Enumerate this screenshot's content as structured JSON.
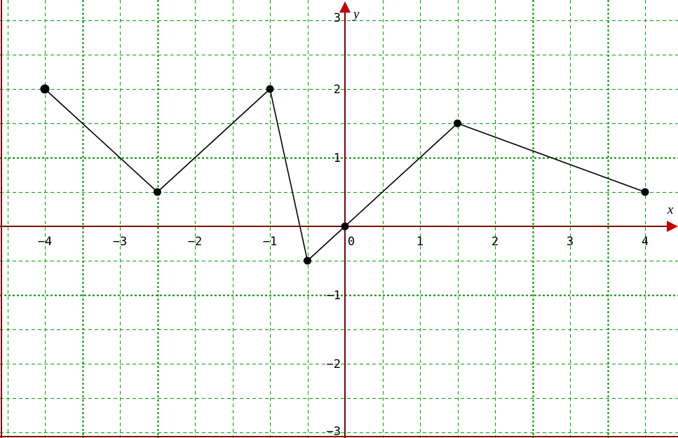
{
  "chart_data": {
    "type": "line",
    "title": "",
    "xlabel": "x",
    "ylabel": "y",
    "xlim": [
      -4.5,
      4.5
    ],
    "ylim": [
      -3,
      3
    ],
    "grid": true,
    "grid_step": 0.5,
    "x_ticks": [
      -4,
      -3,
      -2,
      -1,
      0,
      1,
      2,
      3,
      4
    ],
    "x_tick_labels": [
      "−4",
      "−3",
      "−2",
      "−1",
      "0",
      "1",
      "2",
      "3",
      "4"
    ],
    "y_ticks": [
      3,
      2,
      1,
      -1,
      -2,
      -3
    ],
    "y_tick_labels": [
      "3",
      "2",
      "1",
      "−1",
      "−2",
      "−3"
    ],
    "series": [
      {
        "x": [
          -4,
          -2.5,
          -1,
          -0.5,
          0,
          1.5,
          4
        ],
        "y": [
          2,
          0.5,
          2,
          -0.5,
          0,
          1.5,
          0.5
        ]
      }
    ],
    "colors": {
      "grid": "#00a000",
      "axes": "#800000",
      "arrow": "#c00000",
      "series": "#000000"
    }
  }
}
